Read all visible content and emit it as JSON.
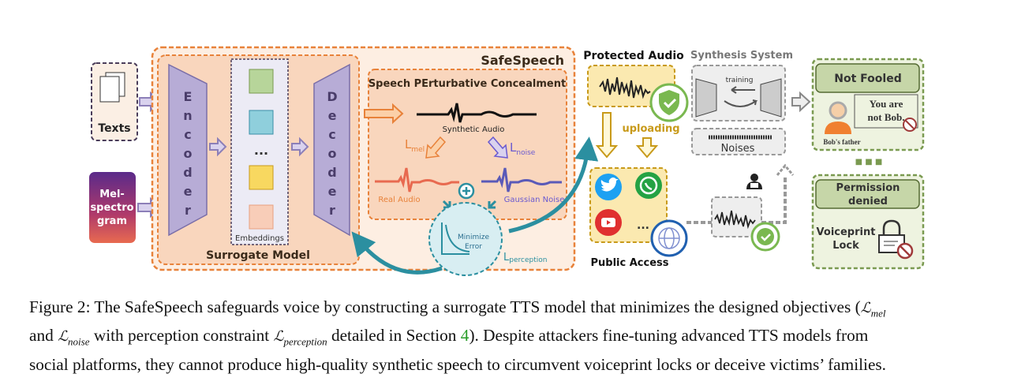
{
  "figure": {
    "inputs": {
      "texts": "Texts",
      "mel": [
        "Mel-",
        "spectro",
        "gram"
      ]
    },
    "safespeech_title": "SafeSpeech",
    "surrogate": {
      "title": "Surrogate Model",
      "encoder": [
        "E",
        "n",
        "c",
        "o",
        "d",
        "e",
        "r"
      ],
      "decoder": [
        "D",
        "e",
        "c",
        "o",
        "d",
        "e",
        "r"
      ],
      "embeddings_label": "Embeddings",
      "embeddings_ellipsis": "...",
      "embedding_colors": [
        "#b7d59a",
        "#8fcfdc",
        "#f8d860",
        "#f8cdb8"
      ]
    },
    "spc": {
      "title": "Speech PErturbative Concealment",
      "synthetic_audio": "Synthetic Audio",
      "l_mel": {
        "base": "L",
        "sub": "mel"
      },
      "l_noise": {
        "base": "L",
        "sub": "noise"
      },
      "real_audio": "Real Audio",
      "gaussian_noise": "Gaussian Noise",
      "plus": "+"
    },
    "minimize": {
      "line1": "Minimize",
      "line2": "Error",
      "l_perception": {
        "base": "L",
        "sub": "perception"
      }
    },
    "protected_audio": {
      "title": "Protected Audio",
      "uploading": "uploading"
    },
    "public_access": {
      "title": "Public Access",
      "ellipsis": "...",
      "icons": [
        "twitter-icon",
        "whatsapp-icon",
        "youtube-icon",
        "globe-icon"
      ]
    },
    "synthesis": {
      "title": "Synthesis System",
      "training": "training",
      "noises": "Noises"
    },
    "not_fooled": {
      "title": "Not Fooled",
      "speech1": "You are",
      "speech2": "not Bob.",
      "person": "Bob's father"
    },
    "separator": "■ ■ ■",
    "permission": {
      "title1": "Permission",
      "title2": "denied",
      "lock1": "Voiceprint",
      "lock2": "Lock"
    },
    "colors": {
      "orange": "#e8823a",
      "purple": "#8c7fb8",
      "teal": "#2b8fa0",
      "green": "#7a9a50",
      "gold": "#c89a1a"
    }
  },
  "caption": {
    "prefix": "Figure 2: The SafeSpeech safeguards voice by constructing a surrogate TTS model that minimizes the designed objectives (",
    "l_mel": "mel",
    "and": "and ",
    "l_noise": "noise",
    "mid": " with perception constraint ",
    "l_perception": "perception",
    "detailed": " detailed in Section ",
    "section": "4",
    "rest1": "). Despite attackers fine-tuning advanced TTS models from",
    "line3": "social platforms, they cannot produce high-quality synthetic speech to circumvent voiceprint locks or deceive victims’ families.",
    "script_L": "ℒ"
  }
}
